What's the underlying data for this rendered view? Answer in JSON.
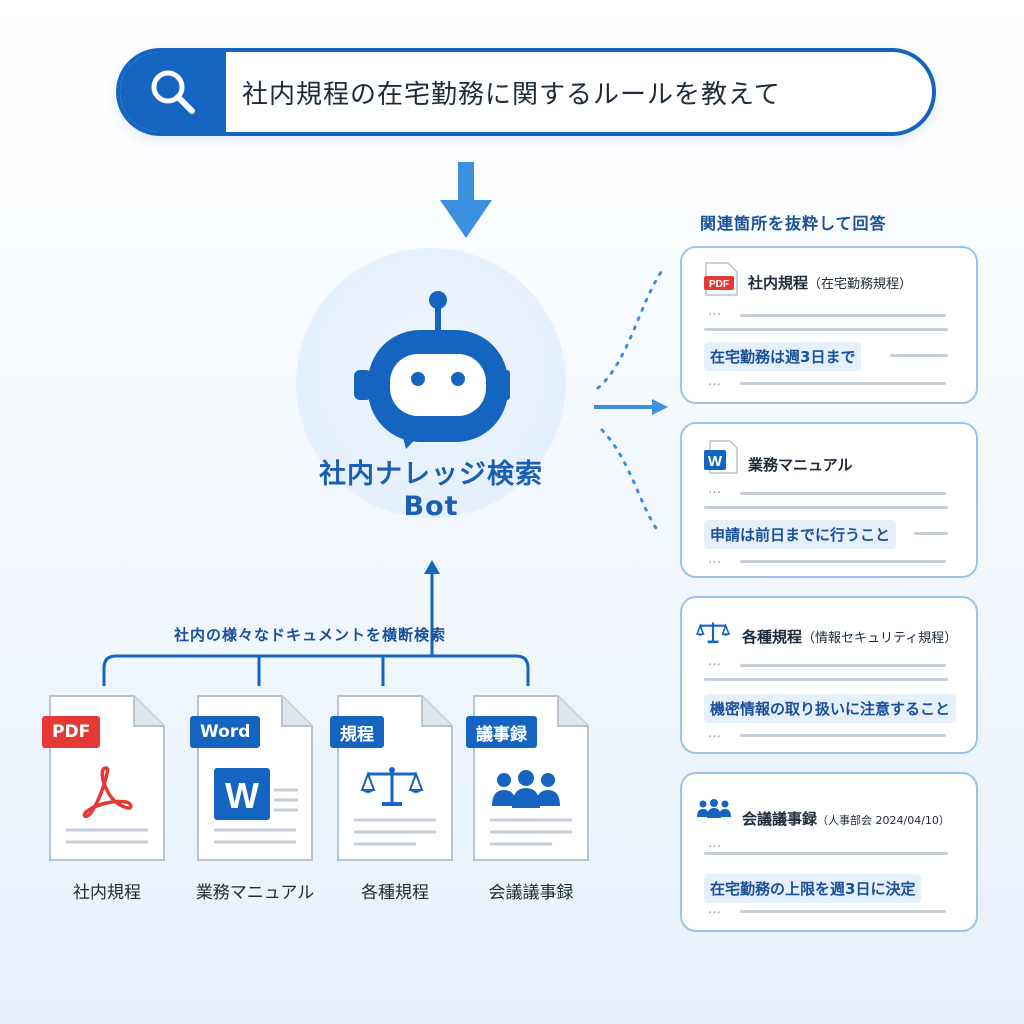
{
  "search": {
    "query": "社内規程の在宅勤務に関するルールを教えて"
  },
  "bot": {
    "name": "社内ナレッジ検索Bot"
  },
  "captions": {
    "cross_search": "社内の様々なドキュメントを横断検索",
    "extract_answer": "関連箇所を抜粋して回答"
  },
  "documents": [
    {
      "tag": "PDF",
      "label": "社内規程",
      "color": "#e53935"
    },
    {
      "tag": "Word",
      "label": "業務マニュアル",
      "color": "#1565c0"
    },
    {
      "tag": "規程",
      "label": "各種規程",
      "color": "#1565c0"
    },
    {
      "tag": "議事録",
      "label": "会議議事録",
      "color": "#1565c0"
    }
  ],
  "results": [
    {
      "icon_badge": "PDF",
      "title": "社内規程",
      "subtitle": "（在宅勤務規程）",
      "highlight": "在宅勤務は週3日まで"
    },
    {
      "icon_badge": "W",
      "title": "業務マニュアル",
      "subtitle": "",
      "highlight": "申請は前日までに行うこと"
    },
    {
      "icon_badge": "",
      "title": "各種規程",
      "subtitle": "（情報セキュリティ規程）",
      "highlight": "機密情報の取り扱いに注意すること"
    },
    {
      "icon_badge": "",
      "title": "会議議事録",
      "subtitle": "（人事部会 2024/04/10）",
      "highlight": "在宅勤務の上限を週3日に決定"
    }
  ],
  "icons": {
    "search": "search-icon",
    "arrow": "arrow-down-icon",
    "bot": "robot-icon",
    "pdf": "pdf-icon",
    "word": "word-icon",
    "scales": "scales-icon",
    "people": "people-icon"
  },
  "colors": {
    "primary": "#1565c0",
    "accent_light": "#3d8fe0",
    "pdf_red": "#e53935",
    "card_border": "#9cc3ea"
  },
  "placeholder": {
    "ellipsis": "…"
  }
}
